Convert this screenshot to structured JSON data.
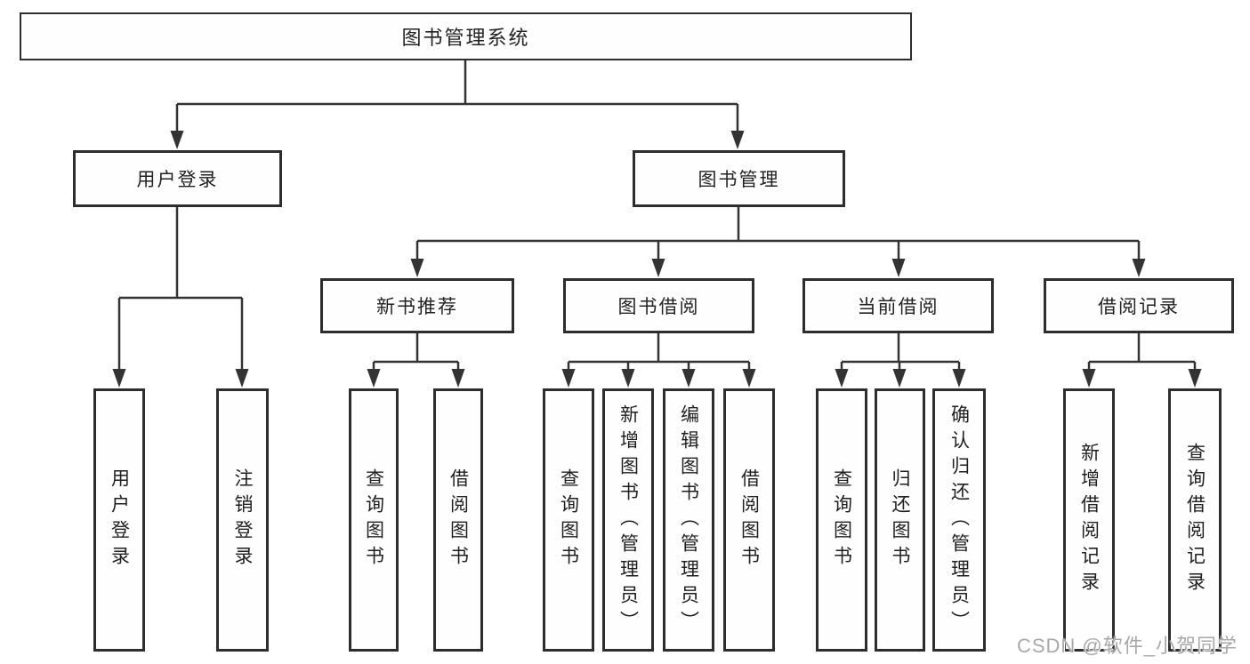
{
  "nodes": {
    "root": {
      "label": "图书管理系统"
    },
    "level2": [
      {
        "label": "用户登录"
      },
      {
        "label": "图书管理"
      }
    ],
    "level3": [
      {
        "label": "新书推荐",
        "parent": "图书管理"
      },
      {
        "label": "图书借阅",
        "parent": "图书管理"
      },
      {
        "label": "当前借阅",
        "parent": "图书管理"
      },
      {
        "label": "借阅记录",
        "parent": "图书管理"
      }
    ],
    "leaves": [
      {
        "label": "用户登录",
        "parent": "用户登录"
      },
      {
        "label": "注销登录",
        "parent": "用户登录"
      },
      {
        "label": "查询图书",
        "parent": "新书推荐"
      },
      {
        "label": "借阅图书",
        "parent": "新书推荐"
      },
      {
        "label": "查询图书",
        "parent": "图书借阅"
      },
      {
        "label": "新增图书（管理员）",
        "parent": "图书借阅"
      },
      {
        "label": "编辑图书（管理员）",
        "parent": "图书借阅"
      },
      {
        "label": "借阅图书",
        "parent": "图书借阅"
      },
      {
        "label": "查询图书",
        "parent": "当前借阅"
      },
      {
        "label": "归还图书",
        "parent": "当前借阅"
      },
      {
        "label": "确认归还（管理员）",
        "parent": "当前借阅"
      },
      {
        "label": "新增借阅记录",
        "parent": "借阅记录"
      },
      {
        "label": "查询借阅记录",
        "parent": "借阅记录"
      }
    ]
  },
  "watermark": {
    "text": "CSDN @软件_小贺同学"
  },
  "colors": {
    "line": "#333333",
    "box_border": "#2d2d2d",
    "text": "#222222",
    "watermark": "#a8a8a8",
    "background": "#ffffff"
  }
}
